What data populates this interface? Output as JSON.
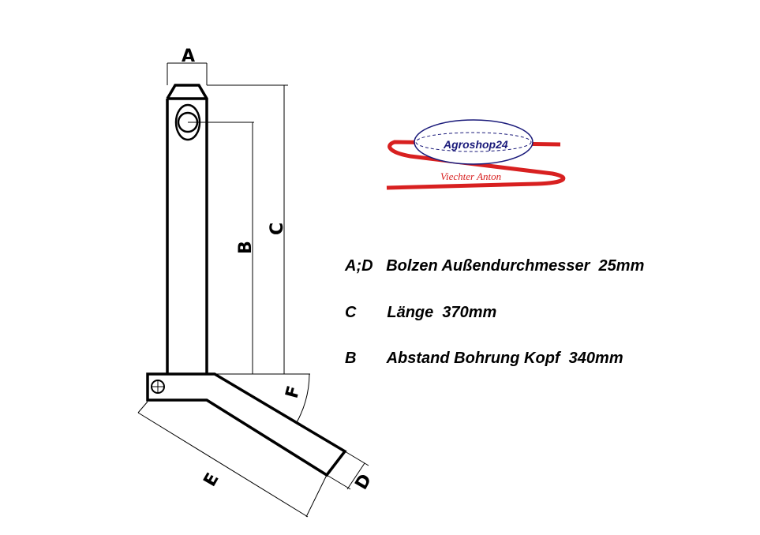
{
  "labels": {
    "a": "A",
    "b": "B",
    "c": "C",
    "d": "D",
    "e": "E",
    "f": "F"
  },
  "logo": {
    "brand": "Agroshop24",
    "owner": "Viechter Anton",
    "colors": {
      "ring": "#1a1a7a",
      "swoosh": "#d82020"
    }
  },
  "specs": [
    {
      "key": "A;D",
      "text": "Bolzen Außendurchmesser  25mm"
    },
    {
      "key": "C",
      "text": "Länge  370mm"
    },
    {
      "key": "B",
      "text": "Abstand Bohrung Kopf  340mm"
    }
  ]
}
